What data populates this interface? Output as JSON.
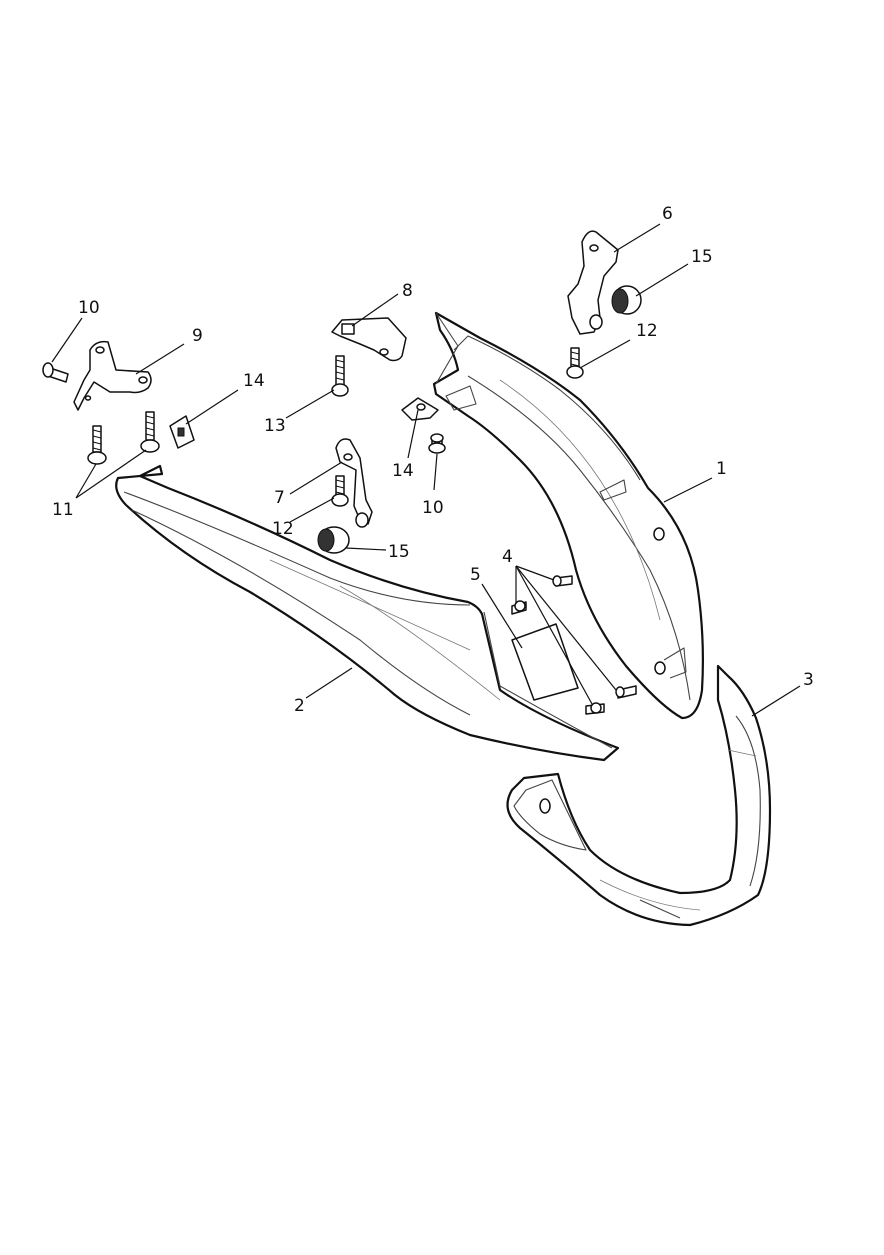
{
  "diagram": {
    "callouts": [
      {
        "id": "c1",
        "text": "1"
      },
      {
        "id": "c2",
        "text": "2"
      },
      {
        "id": "c3",
        "text": "3"
      },
      {
        "id": "c4",
        "text": "4"
      },
      {
        "id": "c5",
        "text": "5"
      },
      {
        "id": "c6",
        "text": "6"
      },
      {
        "id": "c7",
        "text": "7"
      },
      {
        "id": "c8",
        "text": "8"
      },
      {
        "id": "c9",
        "text": "9"
      },
      {
        "id": "c10a",
        "text": "10"
      },
      {
        "id": "c10b",
        "text": "10"
      },
      {
        "id": "c11",
        "text": "11"
      },
      {
        "id": "c12a",
        "text": "12"
      },
      {
        "id": "c12b",
        "text": "12"
      },
      {
        "id": "c13",
        "text": "13"
      },
      {
        "id": "c14a",
        "text": "14"
      },
      {
        "id": "c14b",
        "text": "14"
      },
      {
        "id": "c15a",
        "text": "15"
      },
      {
        "id": "c15b",
        "text": "15"
      }
    ]
  }
}
